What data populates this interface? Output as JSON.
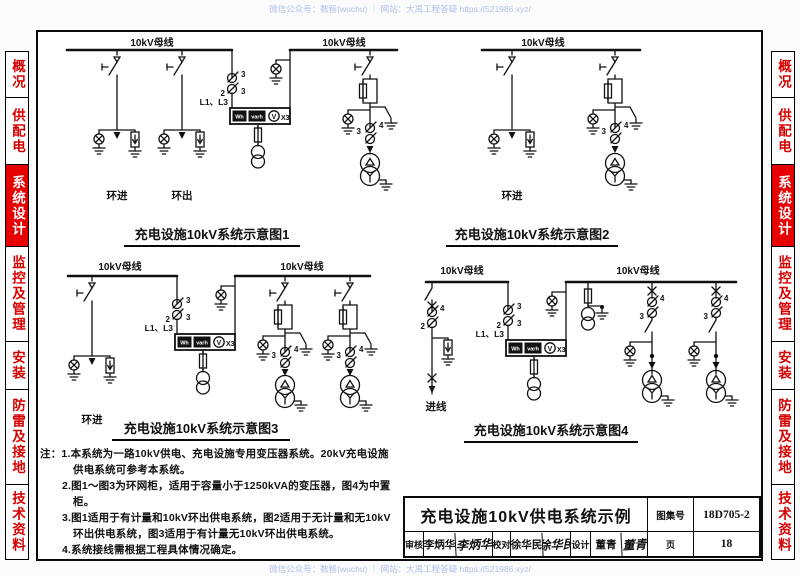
{
  "watermark": {
    "text": "微信公众号：数智(wuchu) ｜ 网站：大禹工程答疑 https://521986.xyz/"
  },
  "sidebar": {
    "items": [
      {
        "label": "概况",
        "active": false
      },
      {
        "label": "供配电",
        "active": false
      },
      {
        "label": "系统设计",
        "active": true
      },
      {
        "label": "监控及管理",
        "active": false
      },
      {
        "label": "安装",
        "active": false
      },
      {
        "label": "防雷及接地",
        "active": false
      },
      {
        "label": "技术资料",
        "active": false
      }
    ]
  },
  "sym": {
    "bus": "10kV母线",
    "ring_in": "环进",
    "ring_out": "环出",
    "incoming": "进线",
    "phases": "L1、L3",
    "n2": "2",
    "n3": "3",
    "n4": "4",
    "x3": "X3",
    "wh": "Wh",
    "varh": "varh",
    "v": "V"
  },
  "diagrams": [
    {
      "title": "充电设施10kV系统示意图1"
    },
    {
      "title": "充电设施10kV系统示意图2"
    },
    {
      "title": "充电设施10kV系统示意图3"
    },
    {
      "title": "充电设施10kV系统示意图4"
    }
  ],
  "notes": {
    "prefix": "注：",
    "items": [
      "1.本系统为一路10kV供电、充电设施专用变压器系统。20kV充电设施供电系统可参考本系统。",
      "2.图1～图3为环网柜，适用于容量小于1250kVA的变压器，图4为中置柜。",
      "3.图1适用于有计量和10kV环出供电系统，图2适用于无计量和无10kV环出供电系统，图3适用于有计量无10kV环出供电系统。",
      "4.系统接线需根据工程具体情况确定。"
    ]
  },
  "titleblock": {
    "title": "充电设施10kV供电系统示例",
    "atlas_label": "图集号",
    "atlas_no": "18D705-2",
    "page_label": "页",
    "page": "18",
    "reviewer_label": "审核",
    "reviewer": "李炳华",
    "reviewer_sig": "李炳华",
    "checker_label": "校对",
    "checker": "徐华民",
    "checker_sig": "徐华民",
    "designer_label": "设计",
    "designer": "董青",
    "designer_sig": "董青"
  },
  "colors": {
    "accent_red": "#e60000",
    "ink": "#111111",
    "watermark_blue": "#a9bde8"
  }
}
